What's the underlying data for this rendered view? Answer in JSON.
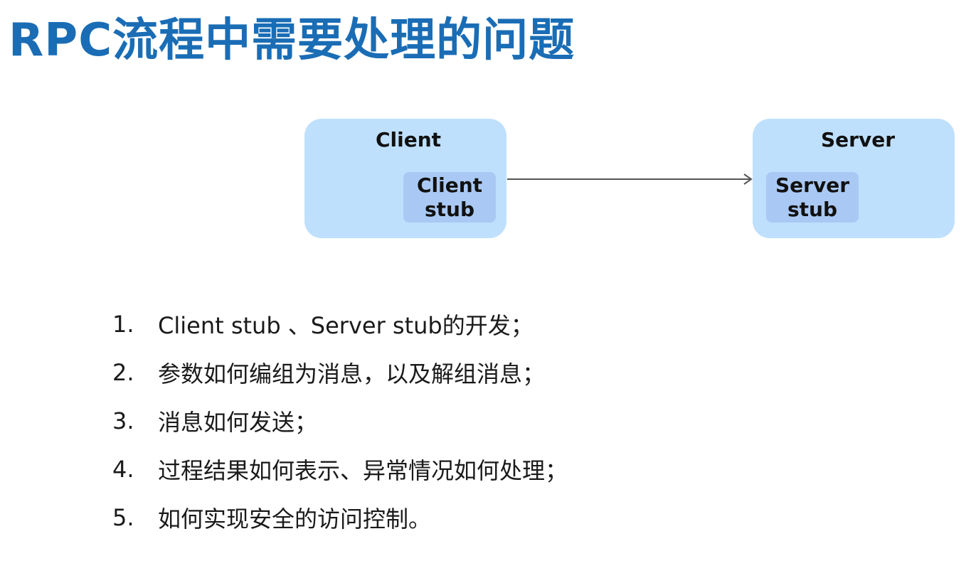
{
  "title": "RPC流程中需要处理的问题",
  "colors": {
    "title": "#1a6db5",
    "node_fill": "#bfe0fd",
    "stub_fill": "#a9c9f4",
    "arrow": "#555555"
  },
  "diagram": {
    "client": {
      "title": "Client",
      "stub": "Client\nstub"
    },
    "server": {
      "title": "Server",
      "stub": "Server\nstub"
    },
    "edge": {
      "from": "client-stub",
      "to": "server",
      "style": "arrow"
    }
  },
  "issues": [
    {
      "num": "1.",
      "text": "Client stub 、Server stub的开发；"
    },
    {
      "num": "2.",
      "text": "参数如何编组为消息，以及解组消息；"
    },
    {
      "num": "3.",
      "text": "消息如何发送；"
    },
    {
      "num": "4.",
      "text": "过程结果如何表示、异常情况如何处理；"
    },
    {
      "num": "5.",
      "text": "如何实现安全的访问控制。"
    }
  ]
}
